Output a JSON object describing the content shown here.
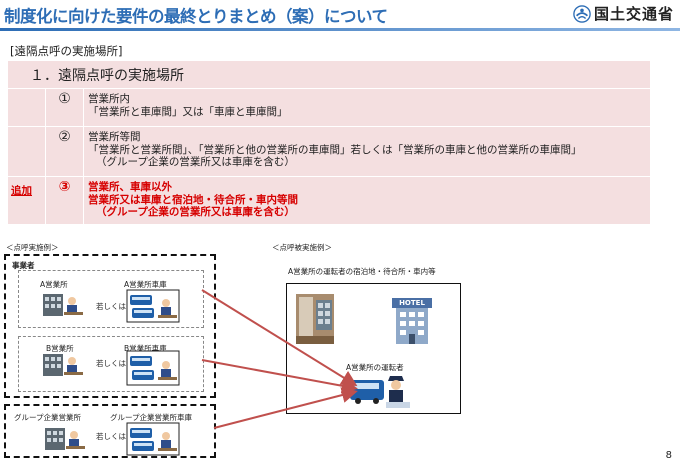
{
  "header": {
    "title": "制度化に向けた要件の最終とりまとめ（案）について",
    "logo_text": "国土交通省"
  },
  "section_label": "[遠隔点呼の実施場所]",
  "table": {
    "heading": "１．遠隔点呼の実施場所",
    "rows": [
      {
        "tag": "",
        "num": "①",
        "lines": [
          "営業所内",
          "「営業所と車庫間」又は「車庫と車庫間」"
        ]
      },
      {
        "tag": "",
        "num": "②",
        "lines": [
          "営業所等間",
          "「営業所と営業所間」、「営業所と他の営業所の車庫間」若しくは「営業所の車庫と他の営業所の車庫間」",
          "（グループ企業の営業所又は車庫を含む）"
        ]
      },
      {
        "tag": "追加",
        "num": "③",
        "lines": [
          "営業所、車庫以外",
          "営業所又は車庫と宿泊地・待合所・車内等間",
          "（グループ企業の営業所又は車庫を含む）"
        ]
      }
    ]
  },
  "left_diagram": {
    "caption": "＜点呼実施例＞",
    "operator_label": "事業者",
    "pairs": [
      {
        "left": "A営業所",
        "right": "A営業所車庫",
        "connector": "若しくは"
      },
      {
        "left": "B営業所",
        "right": "B営業所車庫",
        "connector": "若しくは"
      },
      {
        "left": "グループ企業営業所",
        "right": "グループ企業営業所車庫",
        "connector": "若しくは"
      }
    ]
  },
  "right_diagram": {
    "caption": "＜点呼被実施例＞",
    "place_label": "A営業所の運転者の宿泊地・待合所・車内等",
    "hotel_sign": "HOTEL",
    "driver_label": "A営業所の運転者"
  },
  "page_number": "8",
  "colors": {
    "title": "#2d6db5",
    "table_bg": "#f4dfe0",
    "highlight": "#d60000",
    "arrow": "#c0504d"
  },
  "icons": [
    "mlit-logo-icon",
    "office-building-icon",
    "bus-depot-icon",
    "hotel-icon",
    "waiting-room-icon",
    "bus-driver-icon",
    "arrow-icon"
  ]
}
